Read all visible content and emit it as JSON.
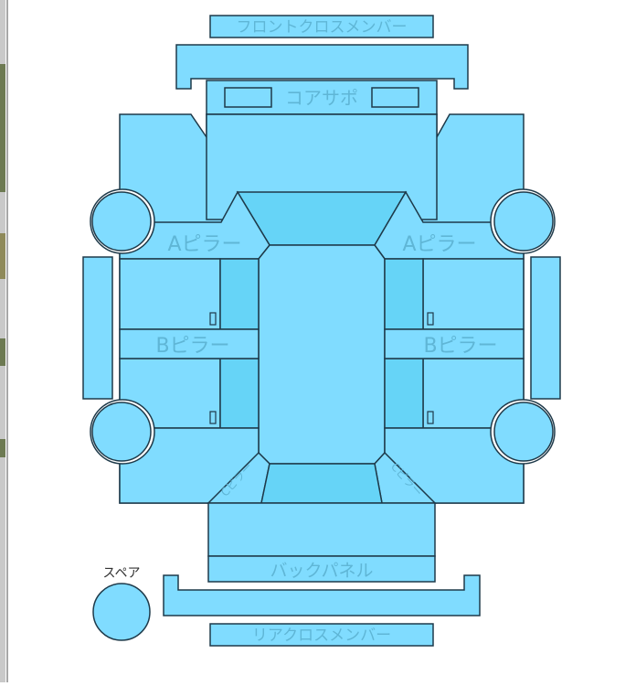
{
  "labels": {
    "front_cross_member": "フロントクロスメンバー",
    "core_support": "コアサポ",
    "a_pillar_left": "Aピラー",
    "a_pillar_right": "Aピラー",
    "b_pillar_left": "Bピラー",
    "b_pillar_right": "Bピラー",
    "c_pillar_left": "Cピラー",
    "c_pillar_right": "Cピラー",
    "back_panel": "バックパネル",
    "rear_cross_member": "リアクロスメンバー",
    "spare": "スペア"
  },
  "colors": {
    "panel": "#80dcff",
    "glass": "#66d4f7",
    "stroke": "#1e3a4a",
    "label": "#5fb6d6",
    "frame": "#8a8a8a",
    "side_edge": "#6e7d6a"
  }
}
